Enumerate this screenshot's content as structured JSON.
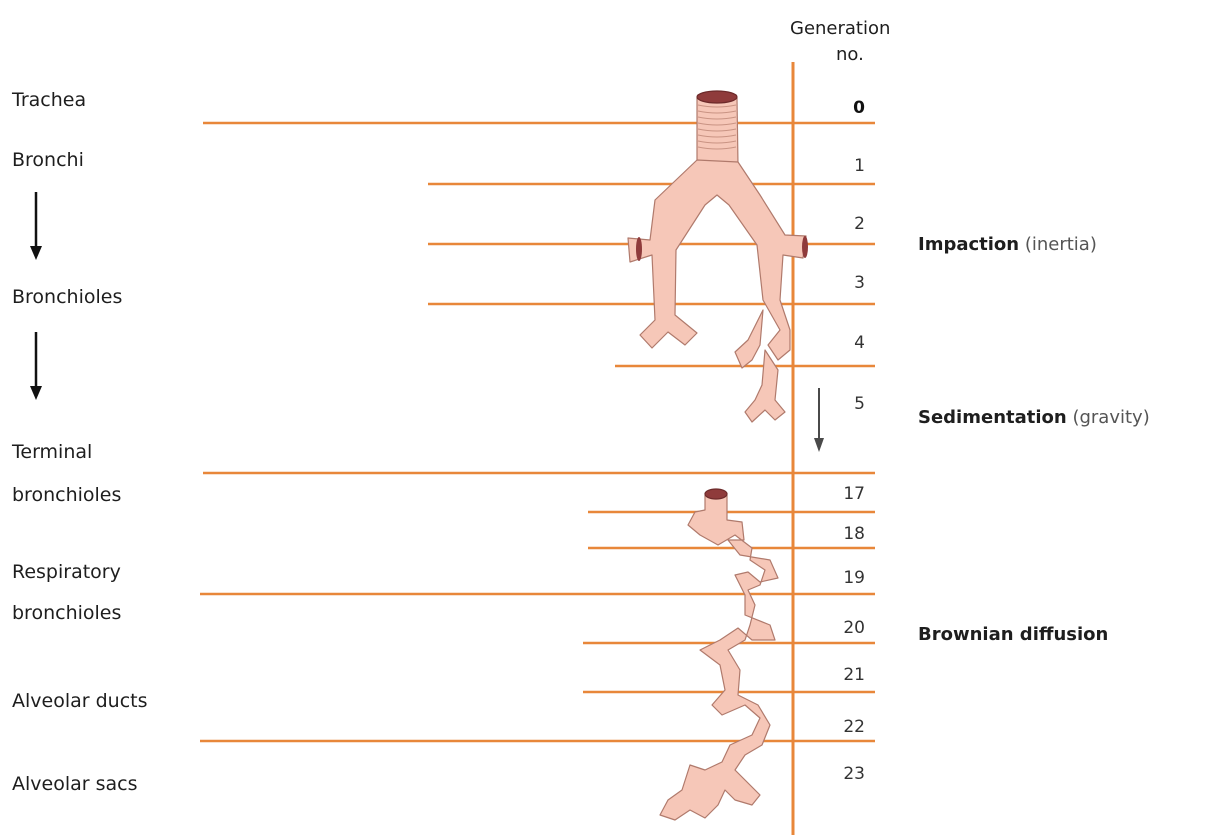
{
  "header": {
    "generation_line1": "Generation",
    "generation_line2": "no."
  },
  "airways": {
    "trachea": "Trachea",
    "bronchi": "Bronchi",
    "bronchioles": "Bronchioles",
    "terminal_line1": "Terminal",
    "terminal_line2": "bronchioles",
    "respiratory_line1": "Respiratory",
    "respiratory_line2": "bronchioles",
    "alveolar_ducts": "Alveolar ducts",
    "alveolar_sacs": "Alveolar sacs"
  },
  "generations": [
    "0",
    "1",
    "2",
    "3",
    "4",
    "5",
    "17",
    "18",
    "19",
    "20",
    "21",
    "22",
    "23"
  ],
  "mechanisms": {
    "impaction": {
      "name": "Impaction",
      "cause": "(inertia)"
    },
    "sedimentation": {
      "name": "Sedimentation",
      "cause": "(gravity)"
    },
    "diffusion": {
      "name": "Brownian diffusion"
    }
  },
  "colors": {
    "line": "#e8873a",
    "tissue": "#f6c7b8",
    "tissue_edge": "#b07a6c",
    "lumen": "#8f3b3b",
    "arrow": "#111111",
    "arrow_grey": "#4a4a4a"
  }
}
